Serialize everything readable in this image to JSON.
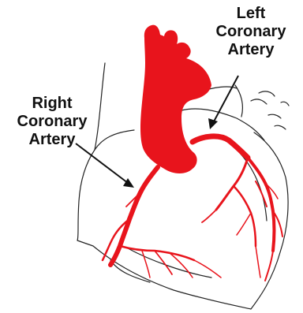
{
  "labels": {
    "left_coronary": [
      "Left",
      "Coronary",
      "Artery"
    ],
    "right_coronary": [
      "Right",
      "Coronary",
      "Artery"
    ]
  },
  "colors": {
    "artery": "#e8141c",
    "outline": "#222222",
    "text": "#111111"
  },
  "icons": {
    "heart": "heart-illustration"
  }
}
